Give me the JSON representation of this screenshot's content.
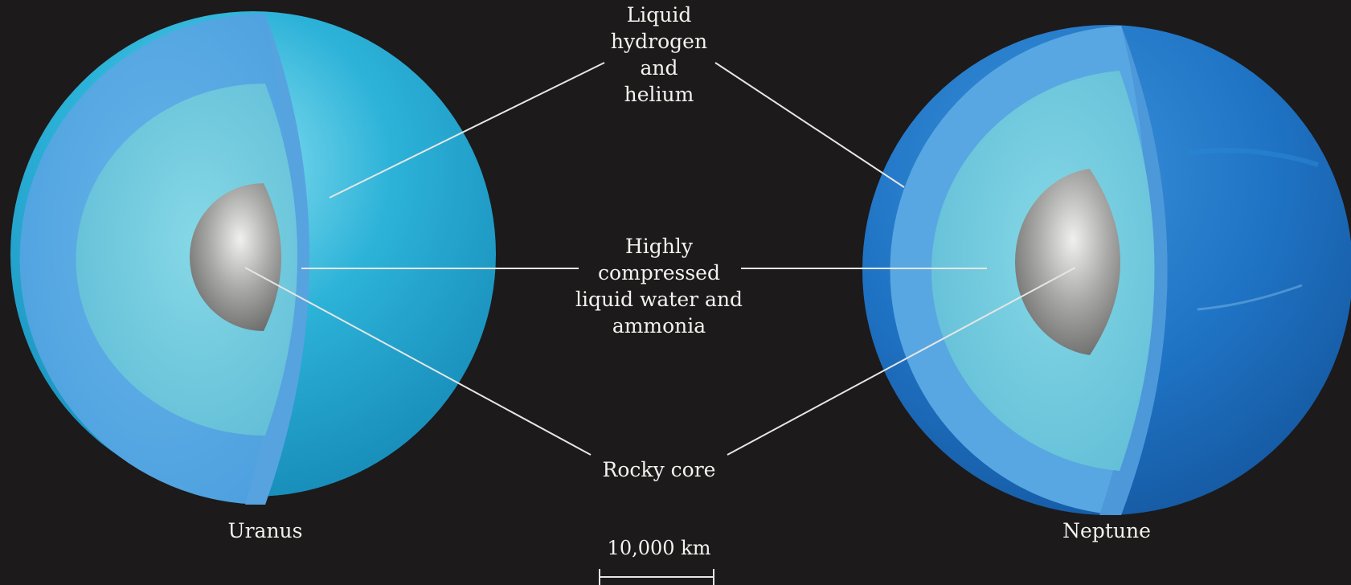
{
  "labels": {
    "layer_outer": "Liquid\nhydrogen\nand\nhelium",
    "layer_mantle": "Highly\ncompressed\nliquid water and\nammonia",
    "layer_core": "Rocky core",
    "planet_left": "Uranus",
    "planet_right": "Neptune",
    "scale": "10,000 km"
  },
  "colors": {
    "background": "#1c1a1b",
    "uranus_surface": "#29a9d2",
    "neptune_surface": "#1f74c6",
    "hydrogen_layer": "#56a7e4",
    "water_layer": "#6cc8dc",
    "core": "#9a9a9a",
    "leader_lines": "#e6e6e6"
  }
}
